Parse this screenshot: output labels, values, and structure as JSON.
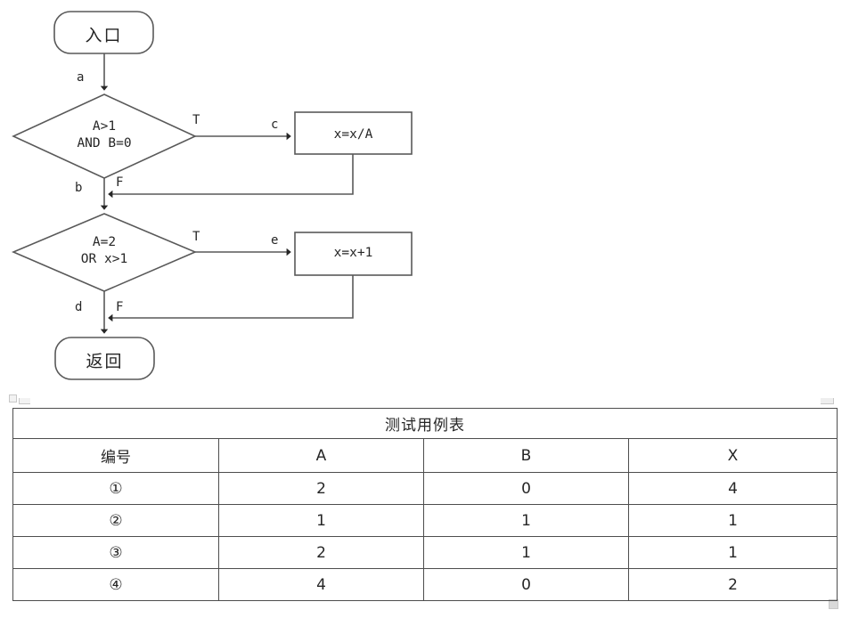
{
  "flowchart": {
    "type": "flowchart",
    "nodes": [
      {
        "id": "start",
        "shape": "rounded-rect",
        "text": "入口",
        "script": "cjk"
      },
      {
        "id": "cond1",
        "shape": "diamond",
        "text": "A>1\nAND B=0",
        "script": "mono"
      },
      {
        "id": "proc1",
        "shape": "rect",
        "text": "x=x/A",
        "script": "mono"
      },
      {
        "id": "cond2",
        "shape": "diamond",
        "text": "A=2\nOR x>1",
        "script": "mono"
      },
      {
        "id": "proc2",
        "shape": "rect",
        "text": "x=x+1",
        "script": "mono"
      },
      {
        "id": "end",
        "shape": "rounded-rect",
        "text": "返回",
        "script": "cjk"
      }
    ],
    "edge_labels": {
      "a": "a",
      "t1": "T",
      "c": "c",
      "b": "b",
      "f1": "F",
      "t2": "T",
      "e": "e",
      "d": "d",
      "f2": "F"
    },
    "colors": {
      "stroke": "#595959",
      "arrow_fill": "#262626",
      "text": "#262626",
      "node_fill": "#ffffff"
    }
  },
  "table": {
    "title": "测试用例表",
    "columns": [
      "编号",
      "A",
      "B",
      "X"
    ],
    "rows": [
      {
        "id": "①",
        "A": "2",
        "B": "0",
        "X": "4"
      },
      {
        "id": "②",
        "A": "1",
        "B": "1",
        "X": "1"
      },
      {
        "id": "③",
        "A": "2",
        "B": "1",
        "X": "1"
      },
      {
        "id": "④",
        "A": "4",
        "B": "0",
        "X": "2"
      }
    ],
    "colors": {
      "border": "#4d4d4d",
      "text": "#262626"
    }
  }
}
